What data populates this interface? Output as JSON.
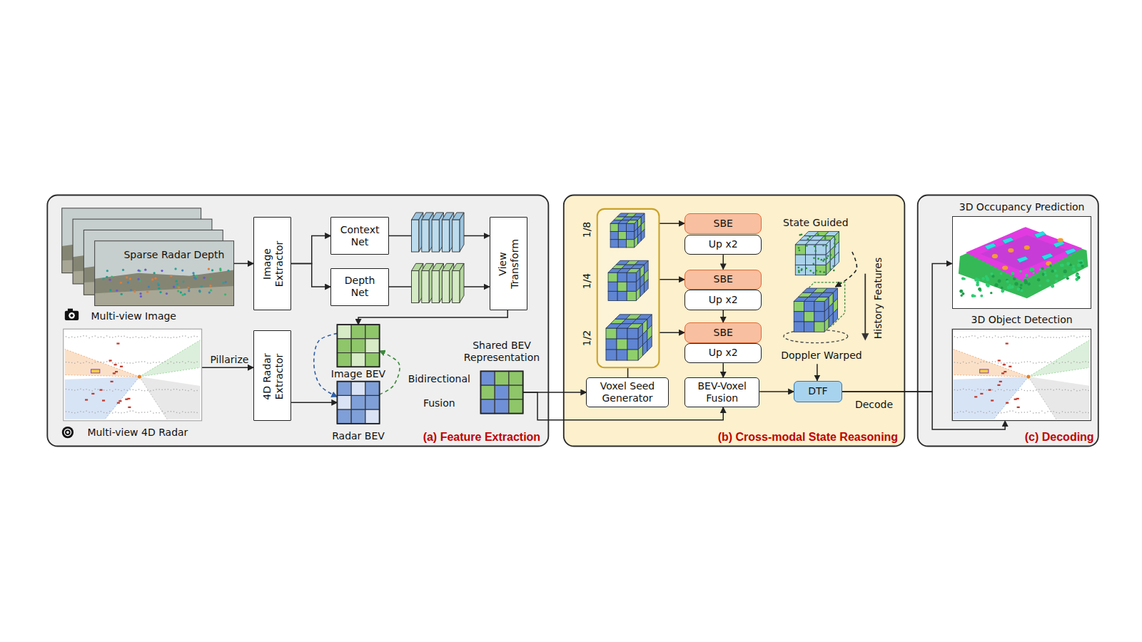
{
  "diagram": {
    "nodes": [
      {
        "text": [
          "(a) Feature Extraction"
        ]
      },
      {
        "text": [
          "Sparse Radar Depth",
          "Multi-view Image"
        ],
        "in": 0
      },
      {
        "text": [
          "Image Extractor"
        ],
        "in": 0
      },
      {
        "text": [
          "Context Net"
        ],
        "in": 0
      },
      {
        "text": [
          "Depth Net"
        ],
        "in": 0
      },
      {
        "text": [
          "View Transform"
        ],
        "in": 0
      },
      {
        "text": [
          "Multi-view 4D Radar"
        ],
        "in": 0
      },
      {
        "text": [
          "4D Radar Extractor"
        ],
        "in": 0
      },
      {
        "text": [
          "Image BEV"
        ],
        "in": 0
      },
      {
        "text": [
          "Radar BEV"
        ],
        "in": 0
      },
      {
        "text": [
          "Shared BEV Representation"
        ],
        "in": 0
      },
      {
        "text": [
          "(b) Cross-modal State Reasoning"
        ]
      },
      {
        "text": [
          "1/8"
        ],
        "in": 11
      },
      {
        "text": [
          "1/4"
        ],
        "in": 11
      },
      {
        "text": [
          "1/2"
        ],
        "in": 11
      },
      {
        "text": [
          "SBE"
        ],
        "in": 11
      },
      {
        "text": [
          "Up x2"
        ],
        "in": 11
      },
      {
        "text": [
          "SBE"
        ],
        "in": 11
      },
      {
        "text": [
          "Up x2"
        ],
        "in": 11
      },
      {
        "text": [
          "SBE"
        ],
        "in": 11
      },
      {
        "text": [
          "Up x2"
        ],
        "in": 11
      },
      {
        "text": [
          "Voxel Seed Generator"
        ],
        "in": 11
      },
      {
        "text": [
          "BEV-Voxel Fusion"
        ],
        "in": 11
      },
      {
        "text": [
          "State Guided"
        ],
        "in": 11
      },
      {
        "text": [
          "Doppler Warped"
        ],
        "in": 11
      },
      {
        "text": [
          "DTF"
        ],
        "in": 11
      },
      {
        "text": [
          "(c) Decoding"
        ]
      },
      {
        "text": [
          "3D Occupancy Prediction"
        ],
        "in": 26
      },
      {
        "text": [
          "3D Object Detection"
        ],
        "in": 26
      }
    ],
    "edges": [
      {
        "from": 1,
        "to": 2,
        "arrow": "to"
      },
      {
        "from": 2,
        "to": 3,
        "arrow": "to"
      },
      {
        "from": 2,
        "to": 4,
        "arrow": "to"
      },
      {
        "from": 3,
        "to": 5,
        "arrow": "to"
      },
      {
        "from": 4,
        "to": 5,
        "arrow": "to"
      },
      {
        "from": 5,
        "to": 8,
        "arrow": "to"
      },
      {
        "from": 6,
        "to": 7,
        "label": "Pillarize",
        "arrow": "to"
      },
      {
        "from": 7,
        "to": 9,
        "arrow": "to"
      },
      {
        "from": 8,
        "to": 9,
        "arrow": "to"
      },
      {
        "from": 9,
        "to": 8,
        "arrow": "to"
      },
      {
        "from": 10,
        "to": 21,
        "arrow": "to"
      },
      {
        "from": 10,
        "to": 22,
        "arrow": "to"
      },
      {
        "from": 21,
        "to": 14,
        "arrow": "to"
      },
      {
        "from": 12,
        "to": 15,
        "arrow": "to"
      },
      {
        "from": 13,
        "to": 17,
        "arrow": "to"
      },
      {
        "from": 14,
        "to": 19,
        "arrow": "to"
      },
      {
        "from": 16,
        "to": 17,
        "arrow": "to"
      },
      {
        "from": 18,
        "to": 19,
        "arrow": "to"
      },
      {
        "from": 20,
        "to": 22,
        "arrow": "to"
      },
      {
        "from": 22,
        "to": 25,
        "arrow": "to"
      },
      {
        "from": 23,
        "to": 24,
        "arrow": "to"
      },
      {
        "from": 24,
        "to": 25,
        "arrow": "to"
      },
      {
        "from": 25,
        "to": 27,
        "label": "Decode",
        "arrow": "to"
      },
      {
        "from": 25,
        "to": 28,
        "arrow": "to"
      }
    ],
    "labels": [
      "Bidirectional Fusion",
      "History Features"
    ]
  }
}
